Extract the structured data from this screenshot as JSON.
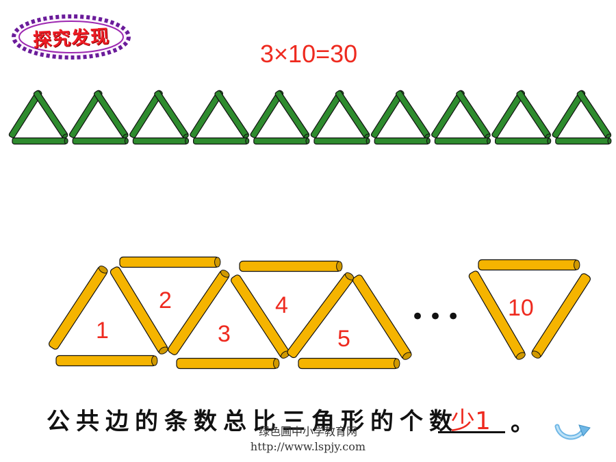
{
  "header": {
    "badge_label": "探究发现",
    "equation": "3×10=30"
  },
  "green_row": {
    "triangle_count": 10,
    "stick_color": "#2e8b2e"
  },
  "chain": {
    "labels": [
      "1",
      "2",
      "3",
      "4",
      "5"
    ],
    "ellipsis": "•••",
    "last_label": "10",
    "stick_color": "#f5b400"
  },
  "footer": {
    "sentence": "公共边的条数总比三角形的个数",
    "answer": "少1",
    "period": "。"
  },
  "watermark": {
    "line1": "绿色圃中小学教育网",
    "line2": "http://www.lspjy.com"
  },
  "icons": {
    "badge": "star-badge-icon",
    "back": "back-arrow-icon"
  }
}
